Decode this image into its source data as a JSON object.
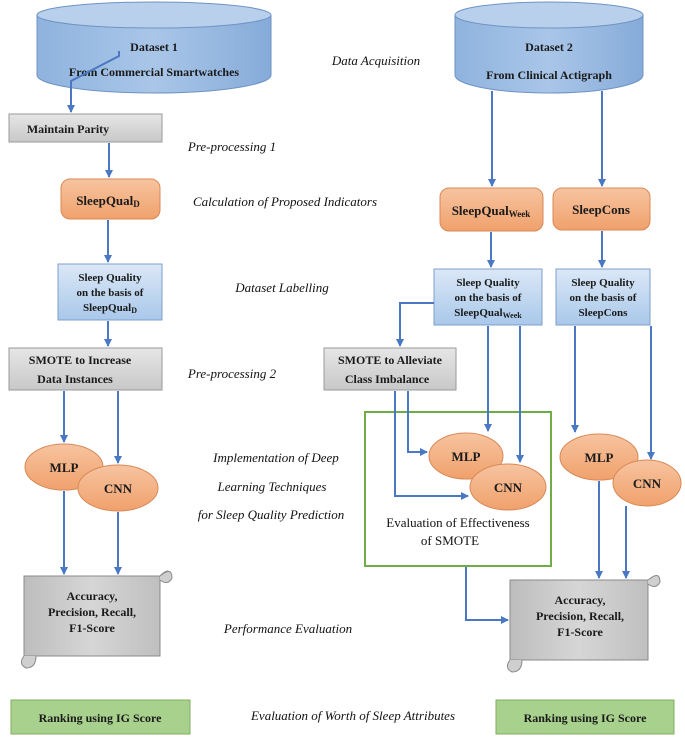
{
  "datasets": {
    "d1": {
      "title": "Dataset 1",
      "sub": "From Commercial Smartwatches"
    },
    "d2": {
      "title": "Dataset 2",
      "sub": "From Clinical Actigraph"
    }
  },
  "left": {
    "parity": "Maintain Parity",
    "sqd_main": "SleepQual",
    "sqd_sub": "D",
    "label_l1": "Sleep Quality",
    "label_l2": "on the basis of",
    "label_l3": "SleepQual",
    "label_l3_sub": "D",
    "smote_l1": "SMOTE to Increase",
    "smote_l2": "Data Instances",
    "mlp": "MLP",
    "cnn": "CNN",
    "perf": [
      "Accuracy,",
      "Precision, Recall,",
      "F1-Score"
    ],
    "rank": "Ranking using IG Score"
  },
  "right": {
    "sqw_main": "SleepQual",
    "sqw_sub": "Week",
    "sc": "SleepCons",
    "lw_l1": "Sleep Quality",
    "lw_l2": "on the basis of",
    "lw_l3": "SleepQual",
    "lw_l3_sub": "Week",
    "lc_l1": "Sleep Quality",
    "lc_l2": "on the basis of",
    "lc_l3": "SleepCons",
    "smote_l1": "SMOTE to Alleviate",
    "smote_l2": "Class Imbalance",
    "mlp1": "MLP",
    "cnn1": "CNN",
    "mlp2": "MLP",
    "cnn2": "CNN",
    "eval_l1": "Evaluation of Effectiveness",
    "eval_l2": "of SMOTE",
    "perf": [
      "Accuracy,",
      "Precision, Recall,",
      "F1-Score"
    ],
    "rank": "Ranking using IG Score"
  },
  "stages": {
    "acq": "Data Acquisition",
    "pre1": "Pre-processing 1",
    "calc": "Calculation of Proposed Indicators",
    "label": "Dataset Labelling",
    "pre2": "Pre-processing 2",
    "impl1": "Implementation of Deep",
    "impl2": "Learning Techniques",
    "impl3": "for Sleep Quality Prediction",
    "perf": "Performance Evaluation",
    "worth": "Evaluation of Worth of Sleep Attributes"
  },
  "colors": {
    "cylinder": "#9cbde3",
    "salmon": "#f4b183",
    "light_blue_box": "#bdd7ee",
    "gray_box": "#d9d9d9",
    "green_box": "#a9d18e",
    "arrow": "#4a78c2",
    "frame_green": "#70ad47"
  }
}
